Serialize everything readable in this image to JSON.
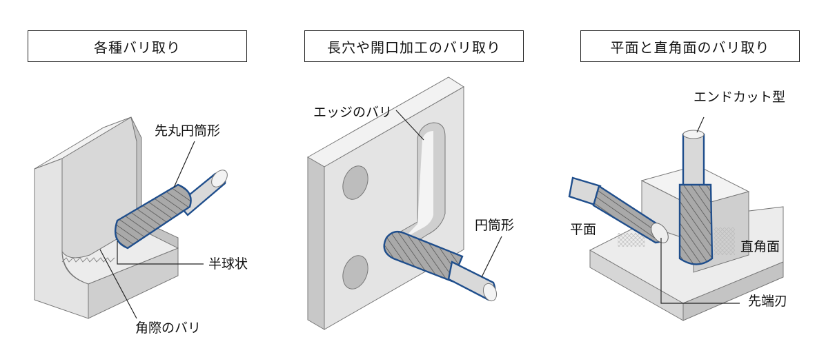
{
  "panels": [
    {
      "title": "各種バリ取り",
      "labels": {
        "tool_shape": "先丸円筒形",
        "tip_shape": "半球状",
        "burr": "角際のバリ"
      }
    },
    {
      "title": "長穴や開口加工のバリ取り",
      "labels": {
        "burr": "エッジのバリ",
        "tool_shape": "円筒形"
      }
    },
    {
      "title": "平面と直角面のバリ取り",
      "labels": {
        "tool_type": "エンドカット型",
        "flat_surface": "平面",
        "right_angle_surface": "直角面",
        "tip_edge": "先端刃"
      }
    }
  ]
}
